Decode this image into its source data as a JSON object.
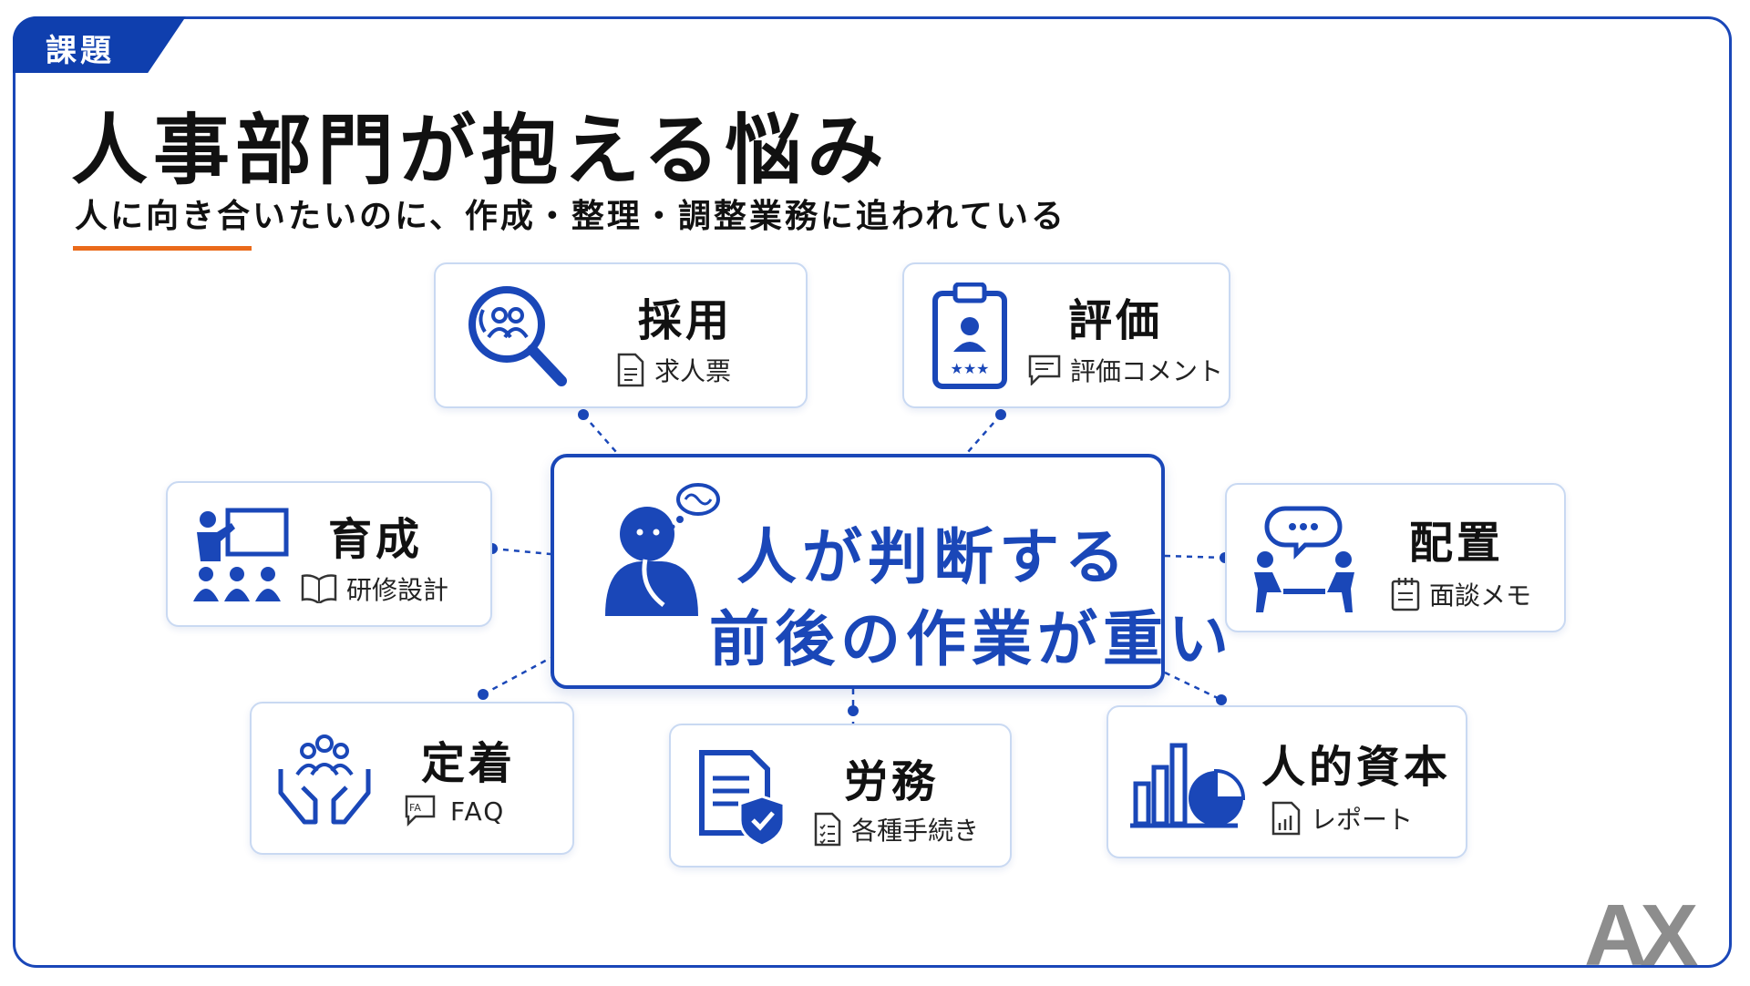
{
  "tag": "課題",
  "title": "人事部門が抱える悩み",
  "subtitle": "人に向き合いたいのに、作成・整理・調整業務に追われている",
  "center": {
    "line1": "人が判断する",
    "line2": "前後の作業が重い"
  },
  "cards": {
    "recruit": {
      "name": "採用",
      "doc": "求人票"
    },
    "eval": {
      "name": "評価",
      "doc": "評価コメント"
    },
    "training": {
      "name": "育成",
      "doc": "研修設計"
    },
    "placement": {
      "name": "配置",
      "doc": "面談メモ"
    },
    "retention": {
      "name": "定着",
      "doc": "FAQ"
    },
    "labor": {
      "name": "労務",
      "doc": "各種手続き"
    },
    "capital": {
      "name": "人的資本",
      "doc": "レポート"
    }
  },
  "logo": "AX",
  "colors": {
    "primary": "#1a47b8",
    "accent": "#ea6a1a",
    "card_border": "#c9d9f2"
  }
}
